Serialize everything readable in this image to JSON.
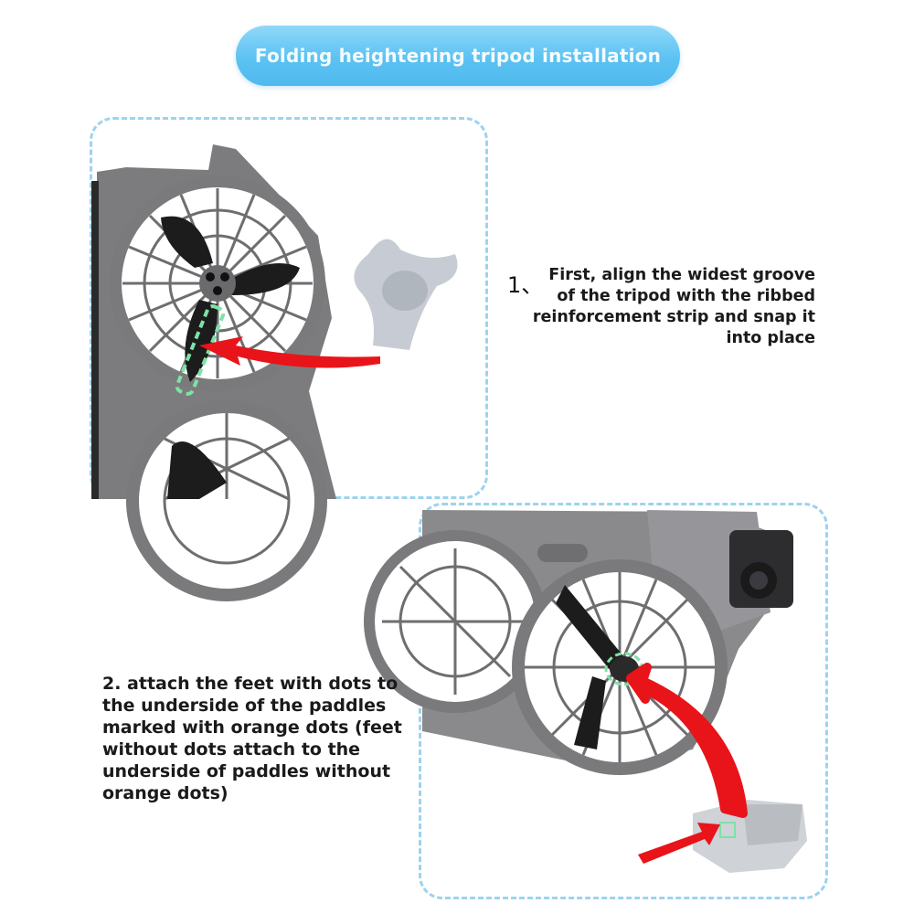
{
  "header": {
    "title": "Folding heightening tripod installation"
  },
  "steps": [
    {
      "number": "1、",
      "text": "First, align the widest groove of the tripod with the ribbed reinforcement strip and snap it into place"
    },
    {
      "text": "2. attach the feet with dots to the underside of the paddles marked with orange dots (feet without dots attach to the underside of paddles without orange dots)"
    }
  ],
  "colors": {
    "title_pill": "#5cc2f2",
    "dashed_border": "#9dd3ef",
    "arrow": "#e8141a",
    "highlight": "#7de2a6",
    "drone_gray": "#7c7c7e"
  }
}
